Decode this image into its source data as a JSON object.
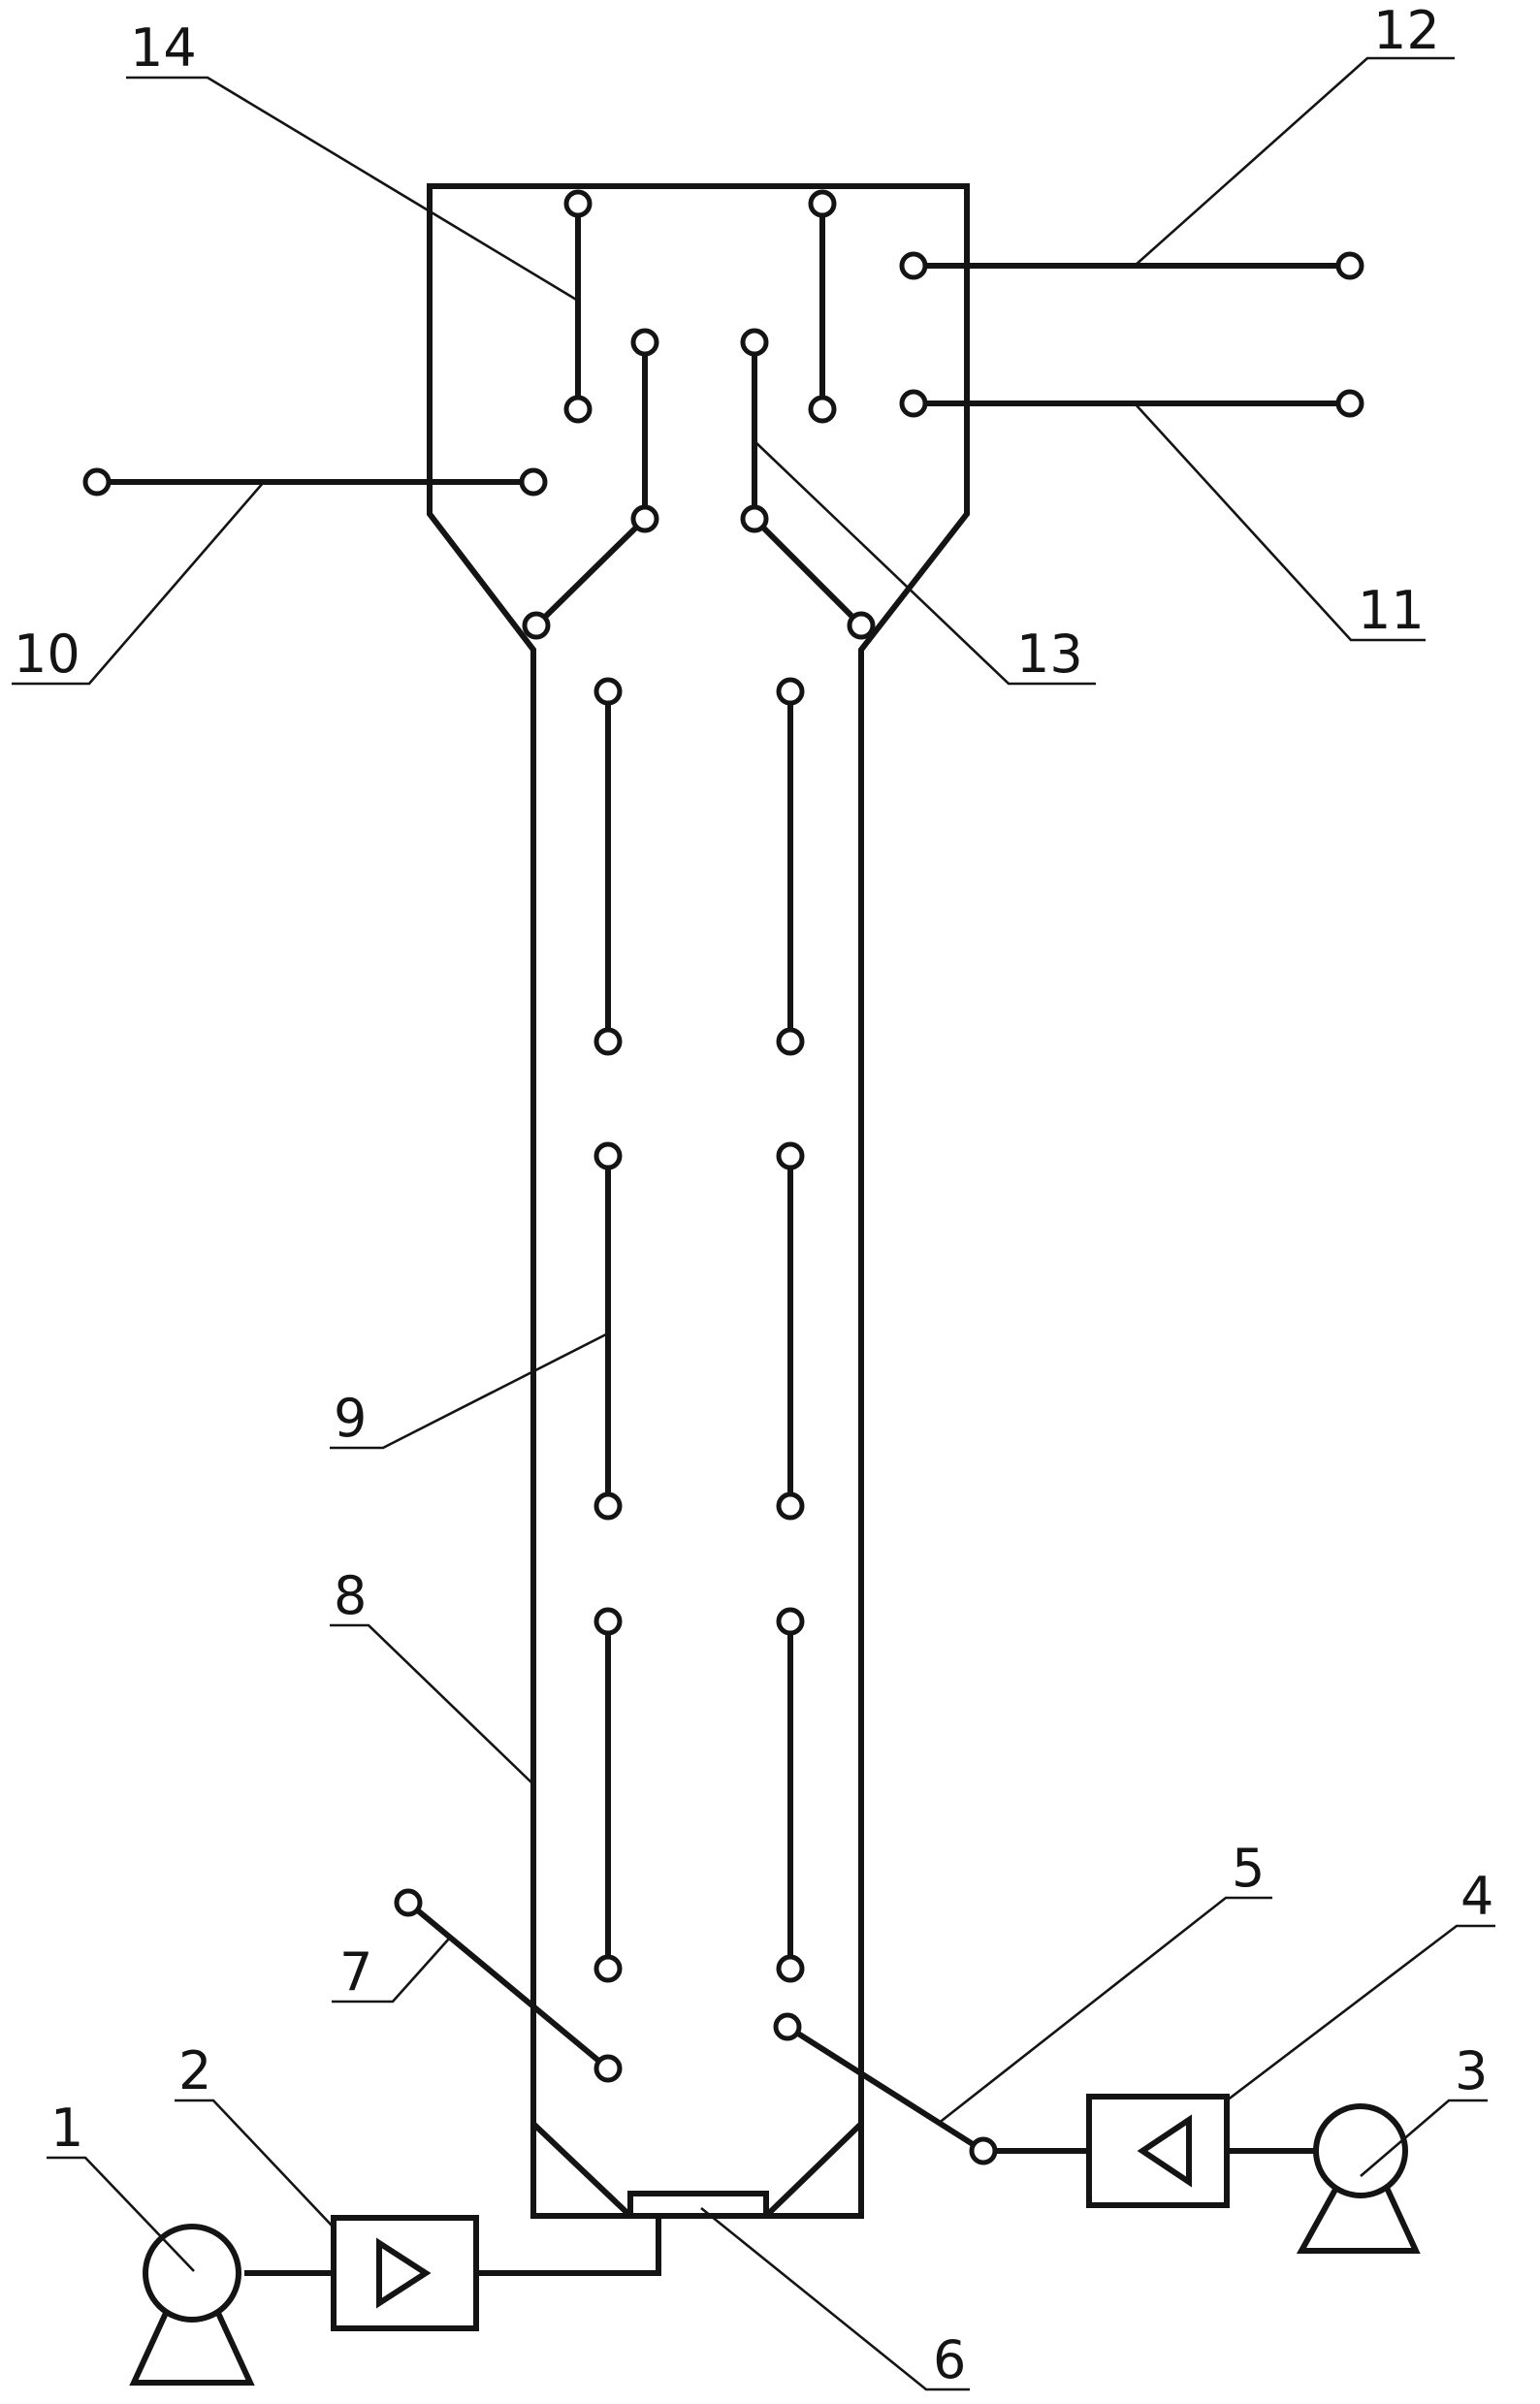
{
  "labels": {
    "l1": "1",
    "l2": "2",
    "l3": "3",
    "l4": "4",
    "l5": "5",
    "l6": "6",
    "l7": "7",
    "l8": "8",
    "l9": "9",
    "l10": "10",
    "l11": "11",
    "l12": "12",
    "l13": "13",
    "l14": "14"
  },
  "colors": {
    "line": "#141414",
    "background": "#ffffff"
  }
}
